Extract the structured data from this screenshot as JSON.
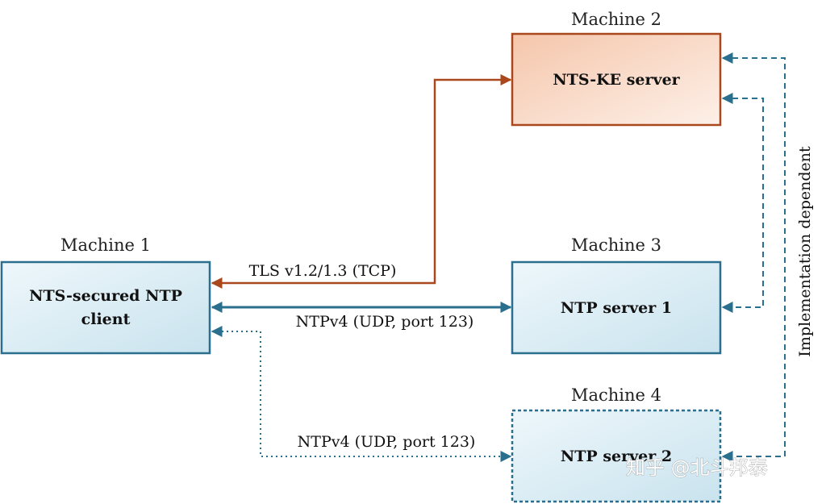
{
  "colors": {
    "teal": "#2a6f8e",
    "rust": "#a8481c",
    "teal_fill_light": "#eef7fb",
    "teal_fill_dark": "#c9e3ee",
    "rust_fill_light": "#fdf0e8",
    "rust_fill_dark": "#f5c6ab"
  },
  "machines": {
    "machine1": {
      "label": "Machine 1",
      "line1": "NTS-secured NTP",
      "line2": "client"
    },
    "machine2": {
      "label": "Machine 2",
      "text": "NTS-KE server"
    },
    "machine3": {
      "label": "Machine 3",
      "text": "NTP server 1"
    },
    "machine4": {
      "label": "Machine 4",
      "text": "NTP server 2"
    }
  },
  "connections": {
    "tls": "TLS v1.2/1.3 (TCP)",
    "ntp_server1": "NTPv4 (UDP, port 123)",
    "ntp_server2": "NTPv4 (UDP, port 123)",
    "implementation": "Implementation dependent"
  },
  "watermark": "知乎 @北斗邦泰"
}
